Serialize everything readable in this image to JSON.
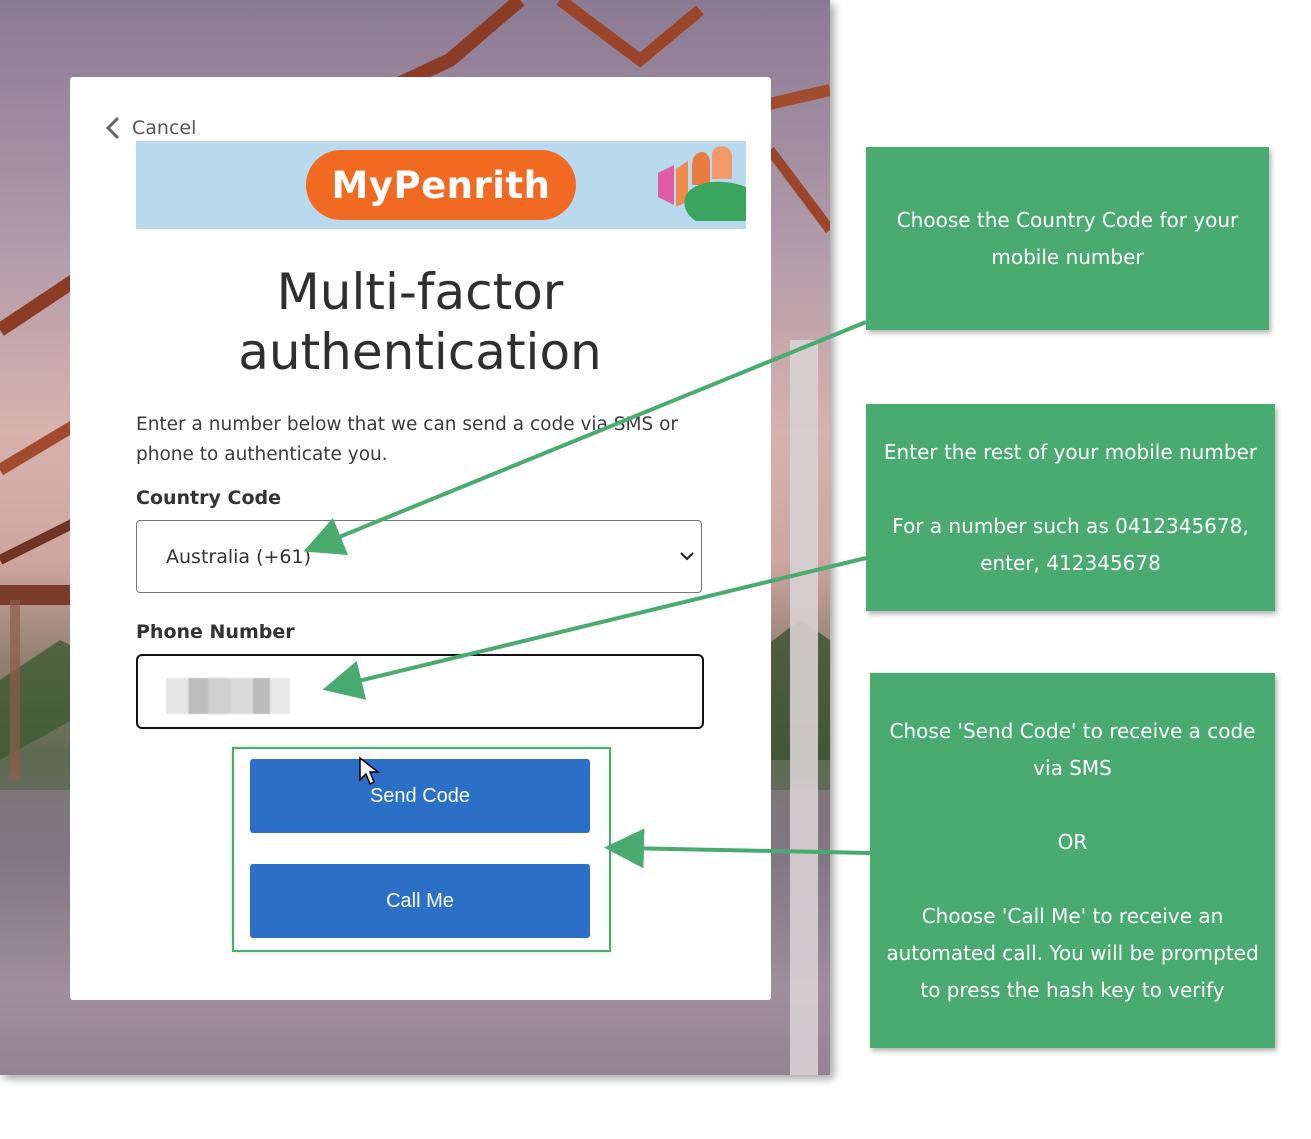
{
  "card": {
    "cancel_label": "Cancel",
    "brand_name": "MyPenrith",
    "title_line1": "Multi-factor",
    "title_line2": "authentication",
    "intro": "Enter a number below that we can send a code via SMS or phone to authenticate you.",
    "country_label": "Country Code",
    "country_value": "Australia (+61)",
    "phone_label": "Phone Number",
    "send_button": "Send Code",
    "call_button": "Call Me"
  },
  "callouts": {
    "country": "Choose the Country Code for your mobile number",
    "phone_line1": "Enter the rest of your mobile number",
    "phone_line2": "For a number  such as 0412345678, enter, 412345678",
    "buttons_line1": "Chose 'Send Code' to receive a code via SMS",
    "buttons_or": "OR",
    "buttons_line2": "Choose 'Call Me' to receive an automated call. You will be prompted to press the hash key to verify"
  },
  "colors": {
    "callout_green": "#4aab71",
    "button_blue": "#2b6fc6",
    "brand_orange": "#f26a21",
    "banner_blue": "#b8d9ee"
  }
}
